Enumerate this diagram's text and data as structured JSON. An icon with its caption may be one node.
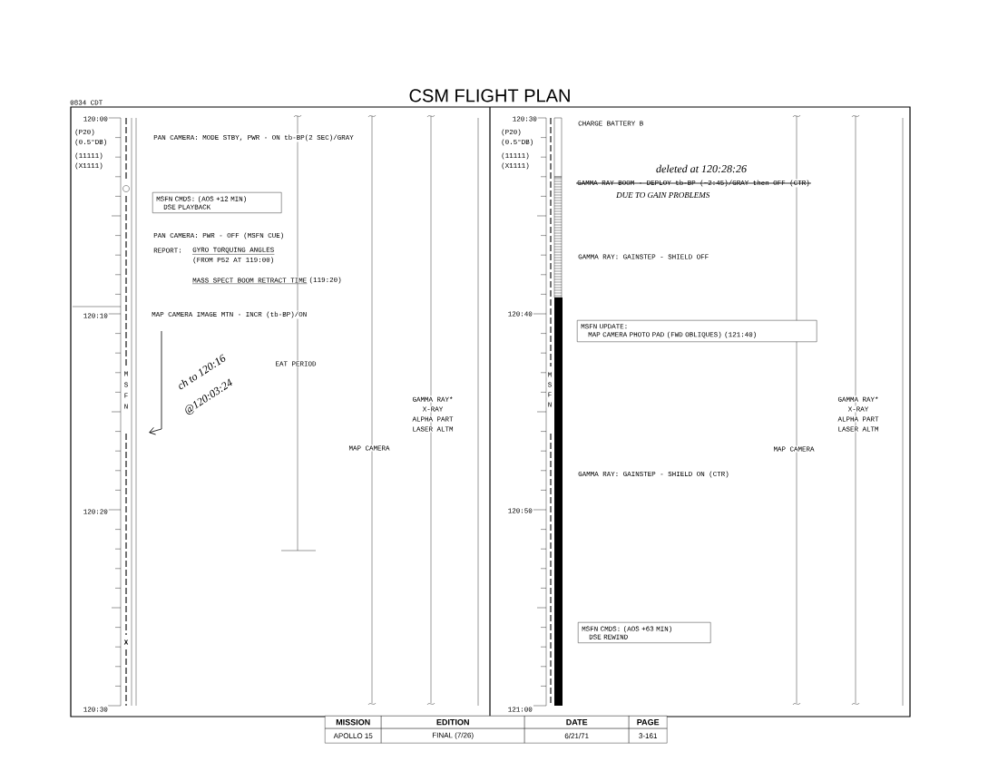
{
  "diagram": {
    "title": "CSM FLIGHT PLAN",
    "nodes": [
      {
        "text": [
          "MSFN CMDS: (AOS +12 MIN)",
          "DSE PLAYBACK"
        ]
      },
      {
        "text": [
          "MSFN UPDATE:",
          "MAP CAMERA PHOTO PAD (FWD OBLIQUES) (121:40)"
        ]
      },
      {
        "text": [
          "MSFN CMDS: (AOS +63 MIN)",
          "DSE REWIND"
        ]
      }
    ],
    "labels": [
      "0834 CDT",
      "120:00",
      "(P20)",
      "(0.5°DB)",
      "(11111)",
      "(X1111)",
      "PAN CAMERA: MODE STBY, PWR - ON tb-BP(2 SEC)/GRAY",
      "PAN CAMERA: PWR - OFF (MSFN CUE)",
      "REPORT:",
      "GYRO TORQUING ANGLES",
      "(FROM P52 AT 119:00)",
      "MASS SPECT BOOM RETRACT TIME",
      "(119:20)",
      "120:10",
      "MAP CAMERA IMAGE MTN - INCR (tb-BP)/ON",
      "ch to 120:16",
      "@120:03:24",
      "EAT PERIOD",
      "M",
      "S",
      "F",
      "N",
      "GAMMA RAY*",
      "X-RAY",
      "ALPHA PART",
      "LASER ALTM",
      "MAP CAMERA",
      "120:20",
      "X",
      "120:30",
      "120:30",
      "(P20)",
      "(0.5°DB)",
      "(11111)",
      "(X1111)",
      "CHARGE BATTERY B",
      "deleted at 120:28:26",
      "GAMMA RAY BOOM - DEPLOY tb-BP (~2:45)/GRAY then OFF (CTR)",
      "DUE TO GAIN PROBLEMS",
      "GAMMA RAY: GAINSTEP - SHIELD OFF",
      "120:40",
      "M",
      "S",
      "F",
      "N",
      "GAMMA RAY*",
      "X-RAY",
      "ALPHA PART",
      "LASER ALTM",
      "MAP CAMERA",
      "GAMMA RAY: GAINSTEP - SHIELD ON (CTR)",
      "120:50",
      "121:00",
      "MISSION",
      "EDITION",
      "DATE",
      "PAGE",
      "APOLLO 15",
      "FINAL (7/26)",
      "6/21/71",
      "3-161"
    ]
  }
}
